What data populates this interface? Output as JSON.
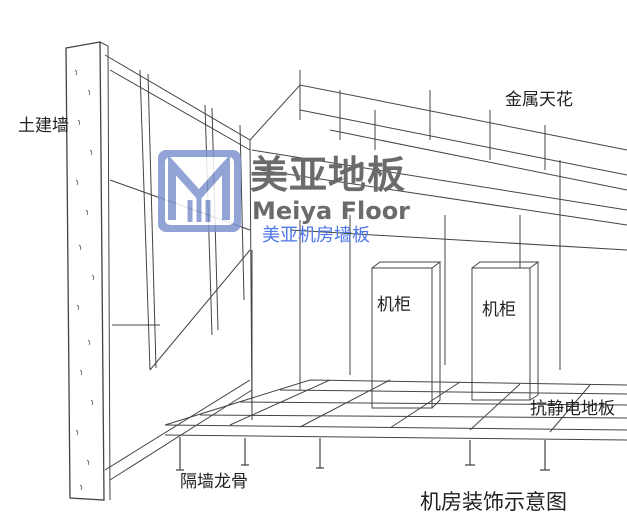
{
  "labels": {
    "civil_wall": "土建墙",
    "metal_ceiling": "金属天花",
    "cabinet_1": "机柜",
    "cabinet_2": "机柜",
    "antistatic_floor": "抗静电地板",
    "partition_keel": "隔墙龙骨"
  },
  "title": "机房装饰示意图",
  "logo": {
    "name_cn": "美亚地板",
    "name_en": "Meiya Floor",
    "subtitle": "美亚机房墙板",
    "color": "#7f93cf",
    "subtitle_color": "#4f78e8"
  }
}
